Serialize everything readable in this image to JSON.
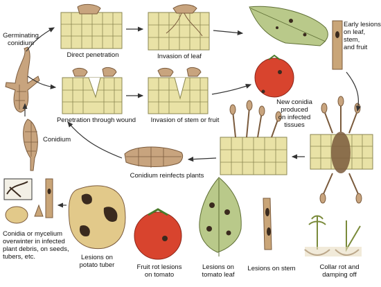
{
  "labels": {
    "germinating_conidium": "Germinating\nconidium",
    "direct_penetration": "Direct penetration",
    "invasion_leaf": "Invasion of leaf",
    "early_lesions": "Early lesions\non leaf, stem,\nand fruit",
    "penetration_wound": "Penetration through wound",
    "invasion_stem_fruit": "Invasion of stem or fruit",
    "new_conidia": "New conidia\nproduced\non infected\ntissues",
    "conidium": "Conidium",
    "conidium_reinfects": "Conidium reinfects plants",
    "overwinter": "Conidia or mycelium\noverwinter in infected\nplant debris, on seeds,\ntubers, etc.",
    "lesions_tuber": "Lesions on\npotato tuber",
    "fruit_rot": "Fruit rot lesions\non tomato",
    "lesions_leaf": "Lesions on\ntomato leaf",
    "lesions_stem": "Lesions on stem",
    "collar_rot": "Collar rot and\ndamping off"
  },
  "colors": {
    "cell_fill": "#e9e2a6",
    "cell_stroke": "#8a8650",
    "fungus": "#c8a47e",
    "fungus_dark": "#7a5a3c",
    "leaf": "#b9c98a",
    "tomato": "#d8442e",
    "potato": "#e2c98a",
    "lesion": "#3a2a1e",
    "stem": "#c9a578"
  }
}
